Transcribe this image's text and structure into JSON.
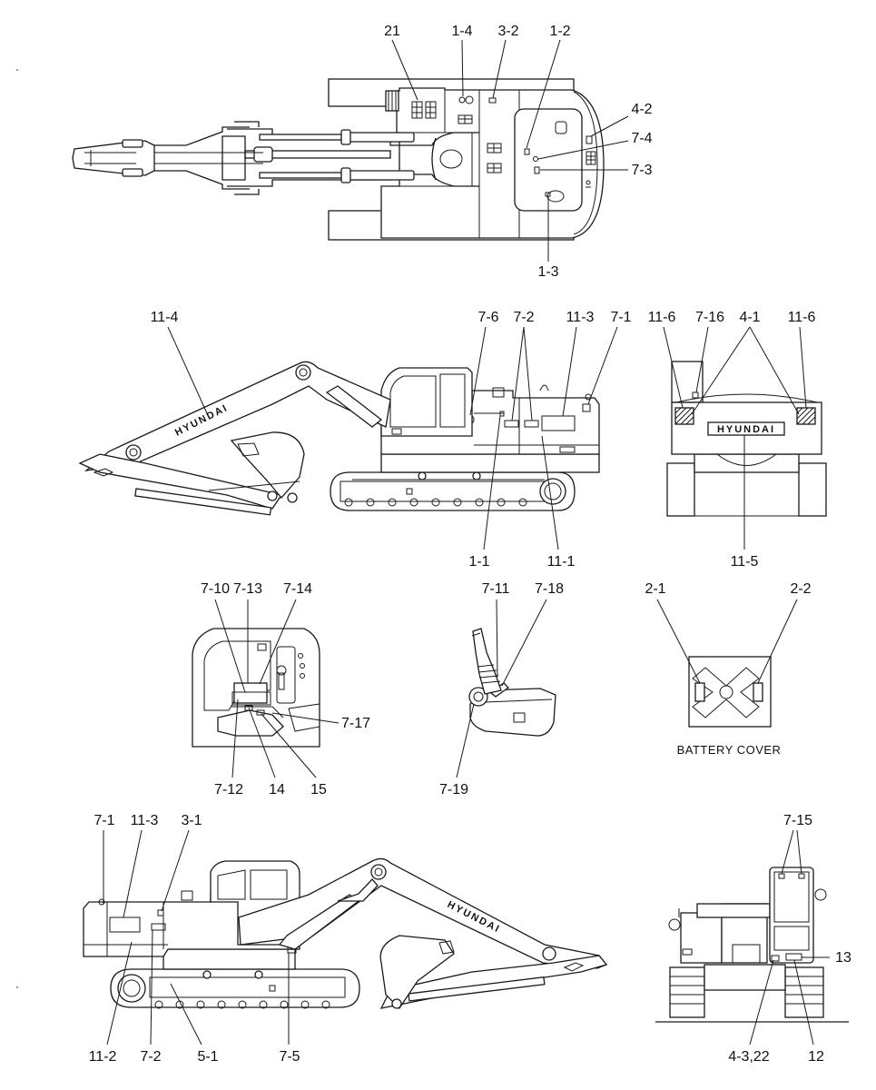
{
  "views": {
    "top": {
      "labels": [
        "21",
        "1-4",
        "3-2",
        "1-2",
        "4-2",
        "7-4",
        "7-3",
        "1-3"
      ]
    },
    "left_side": {
      "labels": [
        "11-4",
        "7-6",
        "7-2",
        "11-3",
        "7-1",
        "1-1",
        "11-1"
      ],
      "boom_brand": "HYUNDAI"
    },
    "rear": {
      "labels": [
        "11-6",
        "7-16",
        "4-1",
        "11-6",
        "11-5"
      ],
      "brand": "HYUNDAI"
    },
    "cab_interior": {
      "labels": [
        "7-10",
        "7-13",
        "7-14",
        "7-17",
        "7-12",
        "14",
        "15"
      ]
    },
    "joystick": {
      "labels": [
        "7-11",
        "7-18",
        "7-19"
      ]
    },
    "battery_cover": {
      "labels": [
        "2-1",
        "2-2"
      ],
      "caption": "BATTERY COVER"
    },
    "right_side": {
      "labels": [
        "7-1",
        "11-3",
        "3-1",
        "11-2",
        "7-2",
        "5-1",
        "7-5"
      ],
      "boom_brand": "HYUNDAI"
    },
    "front": {
      "labels": [
        "7-15",
        "13",
        "4-3,22",
        "12"
      ]
    }
  }
}
